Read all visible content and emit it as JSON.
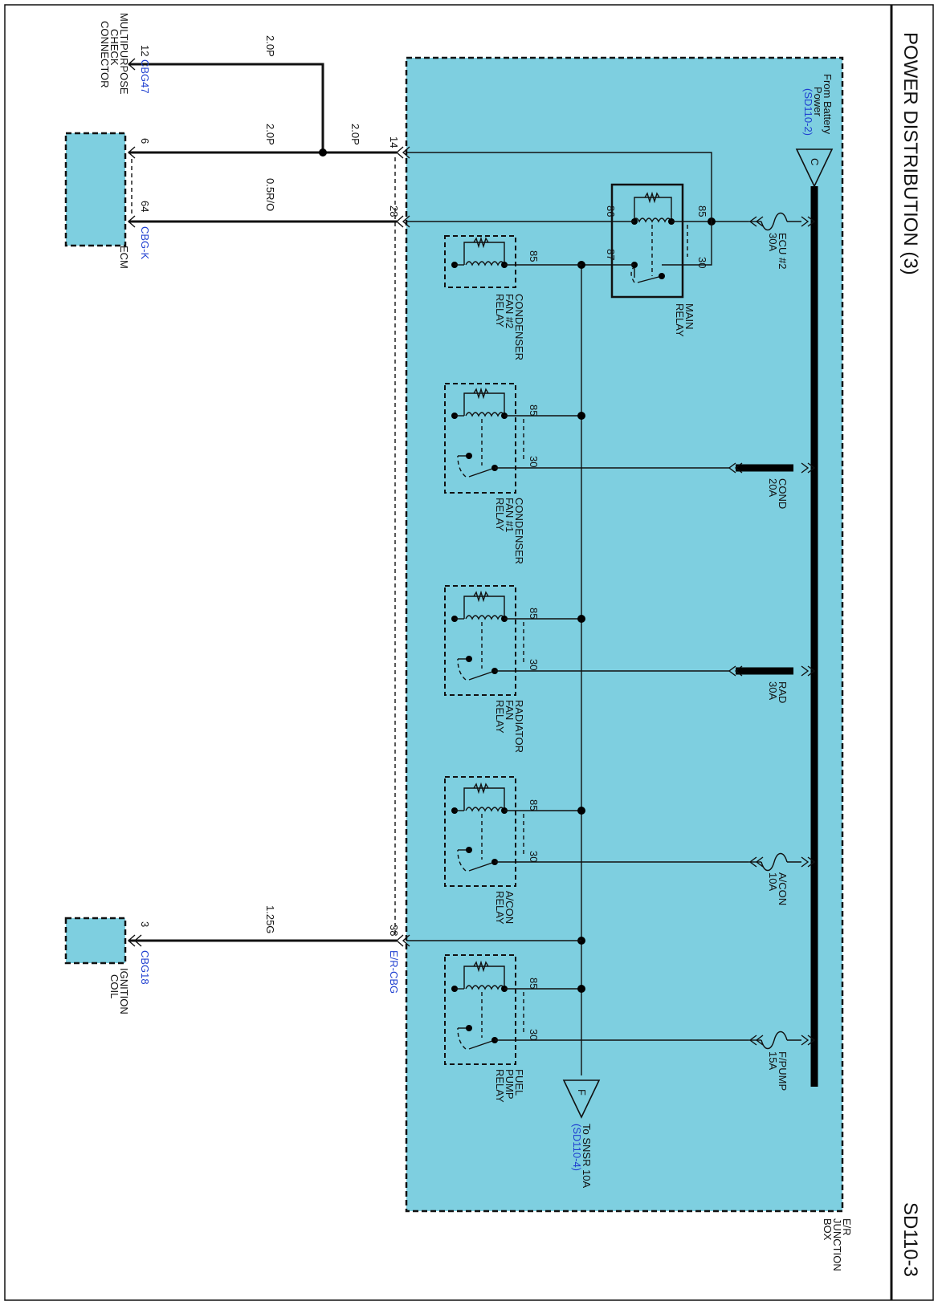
{
  "page": {
    "title": "POWER DISTRIBUTION (3)",
    "code": "SD110-3"
  },
  "junction_box": {
    "label_line1": "E/R",
    "label_line2": "JUNCTION",
    "label_line3": "BOX",
    "connector_label": "E/R-CBG"
  },
  "battery_source": {
    "letter": "C",
    "label_line1": "From Battery",
    "label_line2": "Power",
    "ref": "(SD110-2)"
  },
  "sensor_output": {
    "letter": "F",
    "label": "To SNSR 10A",
    "ref": "(SD110-4)"
  },
  "fuses": {
    "ecu2": {
      "name": "ECU #2",
      "rating": "30A"
    },
    "cond": {
      "name": "COND",
      "rating": "20A"
    },
    "rad": {
      "name": "RAD",
      "rating": "30A"
    },
    "acon": {
      "name": "A/CON",
      "rating": "10A"
    },
    "fpump": {
      "name": "F/PUMP",
      "rating": "15A"
    }
  },
  "relays": {
    "main": {
      "line1": "MAIN",
      "line2": "RELAY",
      "pins": [
        "85",
        "86",
        "87",
        "30"
      ]
    },
    "cond_fan2": {
      "line1": "CONDENSER",
      "line2": "FAN #2",
      "line3": "RELAY",
      "pin": "85"
    },
    "cond_fan1": {
      "line1": "CONDENSER",
      "line2": "FAN #1",
      "line3": "RELAY",
      "pin85": "85",
      "pin30": "30"
    },
    "rad_fan": {
      "line1": "RADIATOR",
      "line2": "FAN",
      "line3": "RELAY",
      "pin85": "85",
      "pin30": "30"
    },
    "acon": {
      "line1": "A/CON",
      "line2": "RELAY",
      "pin85": "85",
      "pin30": "30"
    },
    "fuel_pump": {
      "line1": "FUEL",
      "line2": "PUMP",
      "line3": "RELAY",
      "pin85": "85",
      "pin30": "30"
    }
  },
  "jb_pins": {
    "p14": "14",
    "p28": "28",
    "p38": "38"
  },
  "wires": {
    "w1": "2.0P",
    "w2": "2.0P",
    "w3": "2.0P",
    "w4": "0.5R/O",
    "w5": "1.25G"
  },
  "mpc": {
    "line1": "MULTIPURPOSE",
    "line2": "CHECK",
    "line3": "CONNECTOR",
    "pin": "12",
    "connector": "CBG47"
  },
  "ecm": {
    "label": "ECM",
    "pin_a": "6",
    "pin_b": "64",
    "connector": "CBG-K"
  },
  "ignition_coil": {
    "line1": "IGNITION",
    "line2": "COIL",
    "pin": "3",
    "connector": "CBG18"
  },
  "colors": {
    "box_fill": "#7ecfe0",
    "ref_text": "#1f3fd0"
  }
}
